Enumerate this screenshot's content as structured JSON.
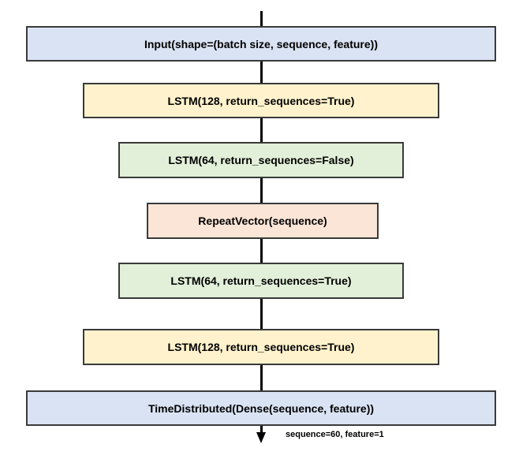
{
  "diagram": {
    "layers": [
      {
        "label": "Input(shape=(batch size, sequence, feature))",
        "color": "#dae3f3"
      },
      {
        "label": "LSTM(128, return_sequences=True)",
        "color": "#fff2cc"
      },
      {
        "label": "LSTM(64, return_sequences=False)",
        "color": "#e2f0d9"
      },
      {
        "label": "RepeatVector(sequence)",
        "color": "#fbe5d6"
      },
      {
        "label": "LSTM(64, return_sequences=True)",
        "color": "#e2f0d9"
      },
      {
        "label": "LSTM(128, return_sequences=True)",
        "color": "#fff2cc"
      },
      {
        "label": "TimeDistributed(Dense(sequence, feature))",
        "color": "#dae3f3"
      }
    ],
    "output_note": "sequence=60, feature=1"
  }
}
